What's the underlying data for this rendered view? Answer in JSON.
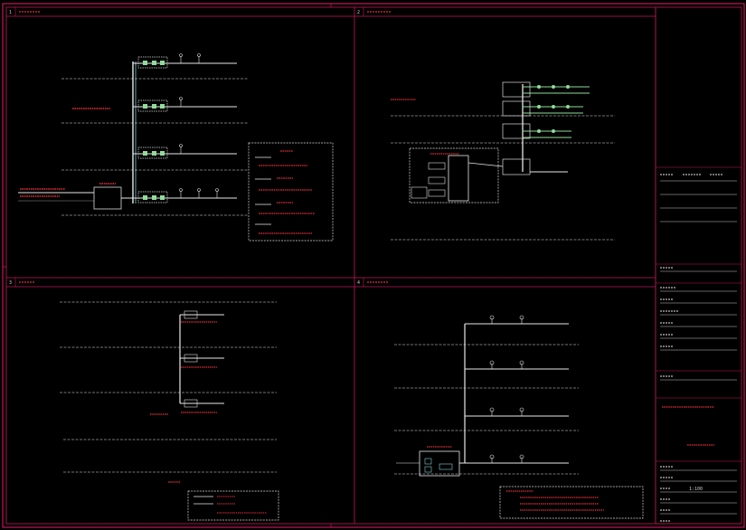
{
  "colors": {
    "background": "#000000",
    "frame": "#c2185b",
    "line_grey": "#9a9a9a",
    "line_white": "#e8e8e8",
    "pipe_green": "#8fdc9a",
    "pipe_cyan": "#7fd3d8",
    "text_red": "#e0303a",
    "text_grey": "#c8c8c8",
    "dashed_box": "#dcdcdc"
  },
  "panels": {
    "p1": {
      "number": "1",
      "title": ""
    },
    "p2": {
      "number": "2",
      "title": ""
    },
    "p3": {
      "number": "3",
      "title": ""
    },
    "p4": {
      "number": "4",
      "title": ""
    }
  },
  "title_block": {
    "bottom_label": "",
    "drawing_no": "",
    "scale": "1:100"
  }
}
